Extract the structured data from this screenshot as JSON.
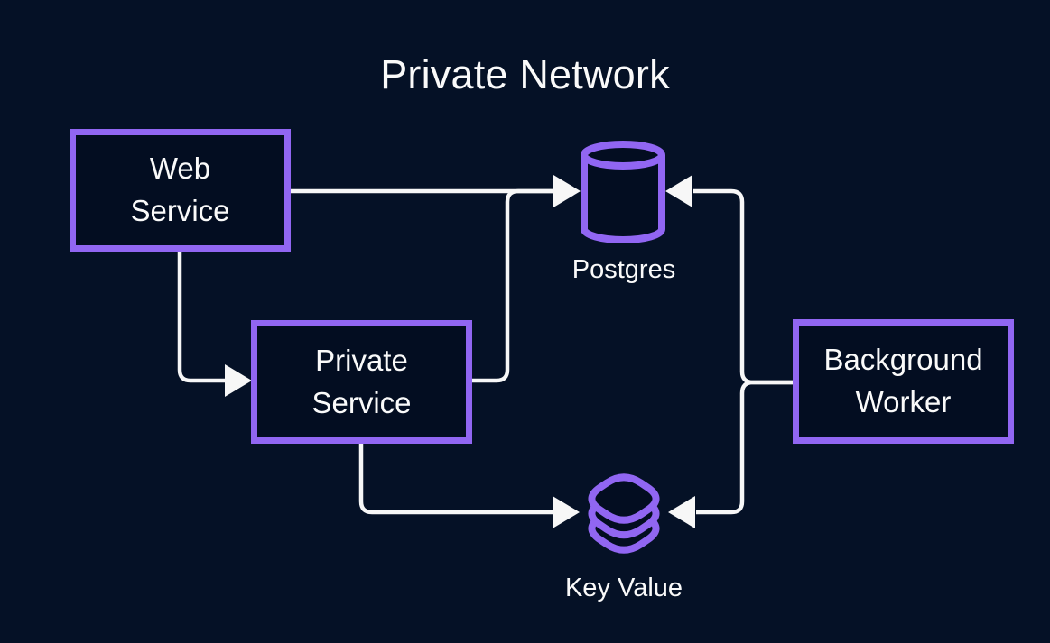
{
  "title": "Private Network",
  "colors": {
    "background": "#051126",
    "node_fill": "#030d21",
    "accent_purple": "#9166f2",
    "line_white": "#f7f7f7",
    "text": "#fafafa"
  },
  "nodes": {
    "web_service": {
      "label": "Web\nService",
      "shape": "rectangle"
    },
    "private_service": {
      "label": "Private\nService",
      "shape": "rectangle"
    },
    "background_worker": {
      "label": "Background\nWorker",
      "shape": "rectangle"
    },
    "postgres": {
      "label": "Postgres",
      "icon": "database-cylinder-icon"
    },
    "key_value": {
      "label": "Key Value",
      "icon": "layers-stack-icon"
    }
  },
  "edges": [
    {
      "from": "web-service",
      "to": "postgres",
      "arrow": "into-postgres-left"
    },
    {
      "from": "web-service",
      "to": "private-service",
      "arrow": "into-private-service-left"
    },
    {
      "from": "private-service",
      "to": "postgres",
      "arrow": "into-postgres-left"
    },
    {
      "from": "private-service",
      "to": "key-value",
      "arrow": "into-key-value-left"
    },
    {
      "from": "background-worker",
      "to": "postgres",
      "arrow": "into-postgres-right"
    },
    {
      "from": "background-worker",
      "to": "key-value",
      "arrow": "into-key-value-right"
    }
  ]
}
